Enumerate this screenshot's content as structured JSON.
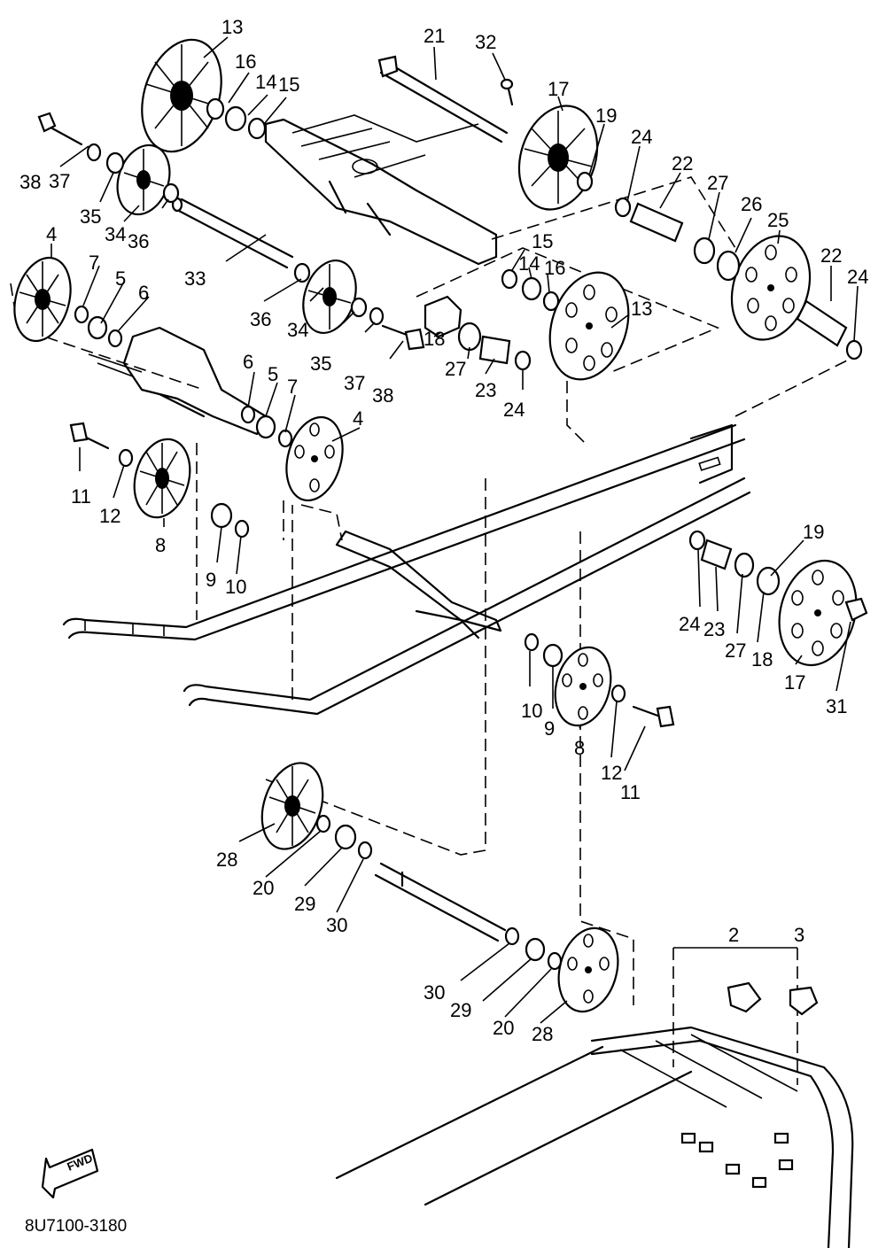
{
  "diagram_code": "8U7100-3180",
  "fwd_label": "FWD",
  "part_numbers": [
    "13",
    "16",
    "14",
    "15",
    "21",
    "32",
    "17",
    "19",
    "24",
    "22",
    "27",
    "26",
    "25",
    "22",
    "24",
    "38",
    "37",
    "35",
    "34",
    "36",
    "4",
    "7",
    "5",
    "6",
    "33",
    "36",
    "34",
    "35",
    "37",
    "38",
    "15",
    "14",
    "16",
    "13",
    "18",
    "27",
    "23",
    "24",
    "6",
    "5",
    "7",
    "4",
    "11",
    "12",
    "8",
    "9",
    "10",
    "19",
    "24",
    "23",
    "27",
    "18",
    "17",
    "31",
    "10",
    "9",
    "8",
    "12",
    "11",
    "28",
    "20",
    "29",
    "30",
    "30",
    "29",
    "20",
    "28",
    "2",
    "3"
  ]
}
